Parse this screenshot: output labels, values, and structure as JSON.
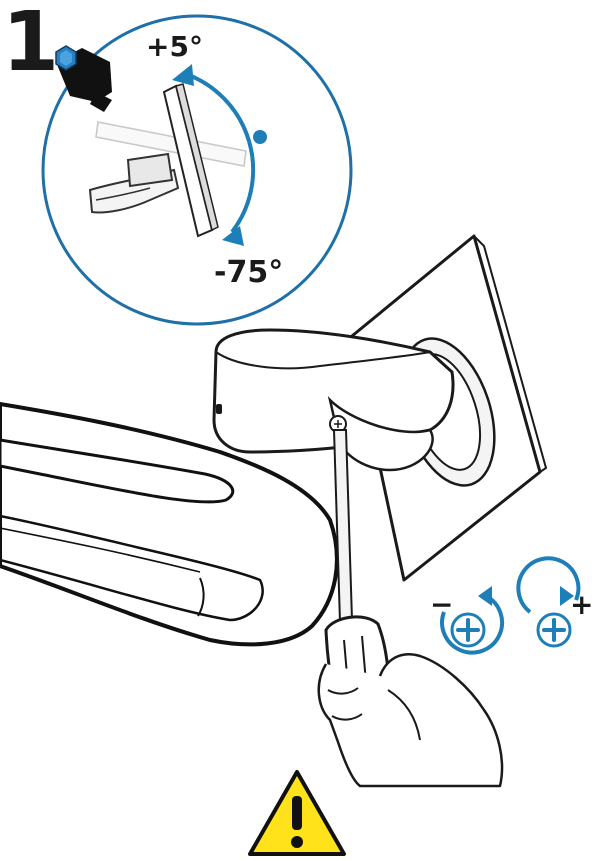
{
  "step": {
    "number": "1"
  },
  "tilt": {
    "up_label": "+5°",
    "down_label": "-75°",
    "up_degrees": 5,
    "down_degrees": -75
  },
  "adjust": {
    "minus_label": "−",
    "plus_label": "+"
  },
  "colors": {
    "accent": "#1e7fb8",
    "hex_icon": "#2a7fbf",
    "warning": "#ffe21a",
    "ink": "#111111"
  },
  "icons": {
    "tool": "hex-key-icon",
    "ccw": "rotate-counterclockwise-icon",
    "cw": "rotate-clockwise-icon",
    "warning": "warning-icon"
  }
}
